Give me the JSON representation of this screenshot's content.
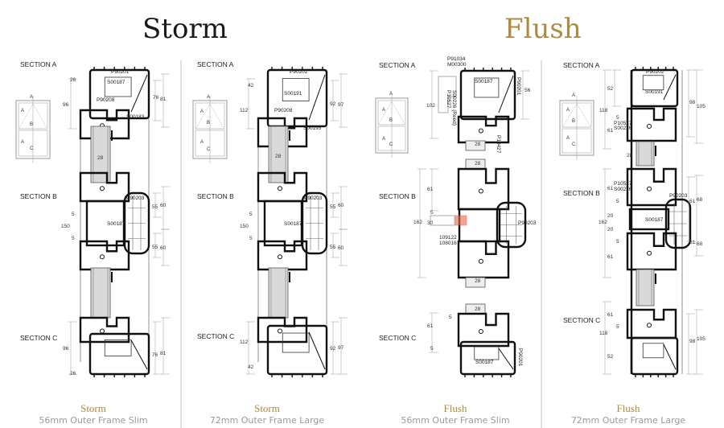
{
  "headings": {
    "storm": "Storm",
    "flush": "Flush"
  },
  "colors": {
    "gold": "#b08a3e",
    "heading_dark": "#1a1a1a",
    "profile": "#111111",
    "glass": "#d9d9d9",
    "highlight": "#e8684a"
  },
  "thumbnail_letters": [
    "A",
    "A",
    "B",
    "A",
    "C"
  ],
  "columns": [
    {
      "caption_title": "Storm",
      "caption_subtitle": "56mm Outer Frame Slim",
      "sections": [
        "SECTION A",
        "SECTION B",
        "SECTION C"
      ],
      "parts": [
        "P90201",
        "S00187",
        "P90208",
        "S00183",
        "P90203",
        "S00187"
      ],
      "dims": [
        "26",
        "96",
        "76",
        "81",
        "28",
        "5",
        "150",
        "5",
        "55",
        "60",
        "55",
        "60",
        "96",
        "76",
        "81",
        "26"
      ]
    },
    {
      "caption_title": "Storm",
      "caption_subtitle": "72mm Outer Frame Large",
      "sections": [
        "SECTION A",
        "SECTION B",
        "SECTION C"
      ],
      "parts": [
        "P90202",
        "S00191",
        "P90208",
        "S00193",
        "P90203",
        "S00187"
      ],
      "dims": [
        "42",
        "112",
        "92",
        "97",
        "28",
        "5",
        "150",
        "5",
        "55",
        "60",
        "55",
        "60",
        "112",
        "42",
        "92",
        "97"
      ]
    },
    {
      "caption_title": "Flush",
      "caption_subtitle": "56mm Outer Frame Slim",
      "sections": [
        "SECTION A",
        "SECTION B",
        "SECTION C"
      ],
      "parts": [
        "P91034",
        "M00300",
        "S00187",
        "P90201",
        "P10527",
        "S00226 (Reed)",
        "P10427",
        "P90203",
        "109122",
        "108016",
        "S00187",
        "P90201"
      ],
      "dims": [
        "56",
        "102",
        "28",
        "28",
        "61",
        "5",
        "162",
        "30",
        "28",
        "28",
        "5",
        "61",
        "5"
      ]
    },
    {
      "caption_title": "Flush",
      "caption_subtitle": "72mm Outer Frame Large",
      "sections": [
        "SECTION A",
        "SECTION B",
        "SECTION C"
      ],
      "parts": [
        "P90202",
        "S00191",
        "P10527",
        "S00226",
        "P10527",
        "S00226",
        "P90203",
        "S00187"
      ],
      "dims": [
        "52",
        "118",
        "5",
        "61",
        "98",
        "105",
        "28",
        "61",
        "61",
        "68",
        "5",
        "20",
        "162",
        "20",
        "5",
        "61",
        "68",
        "61",
        "61",
        "5",
        "118",
        "52",
        "98",
        "105"
      ]
    }
  ]
}
